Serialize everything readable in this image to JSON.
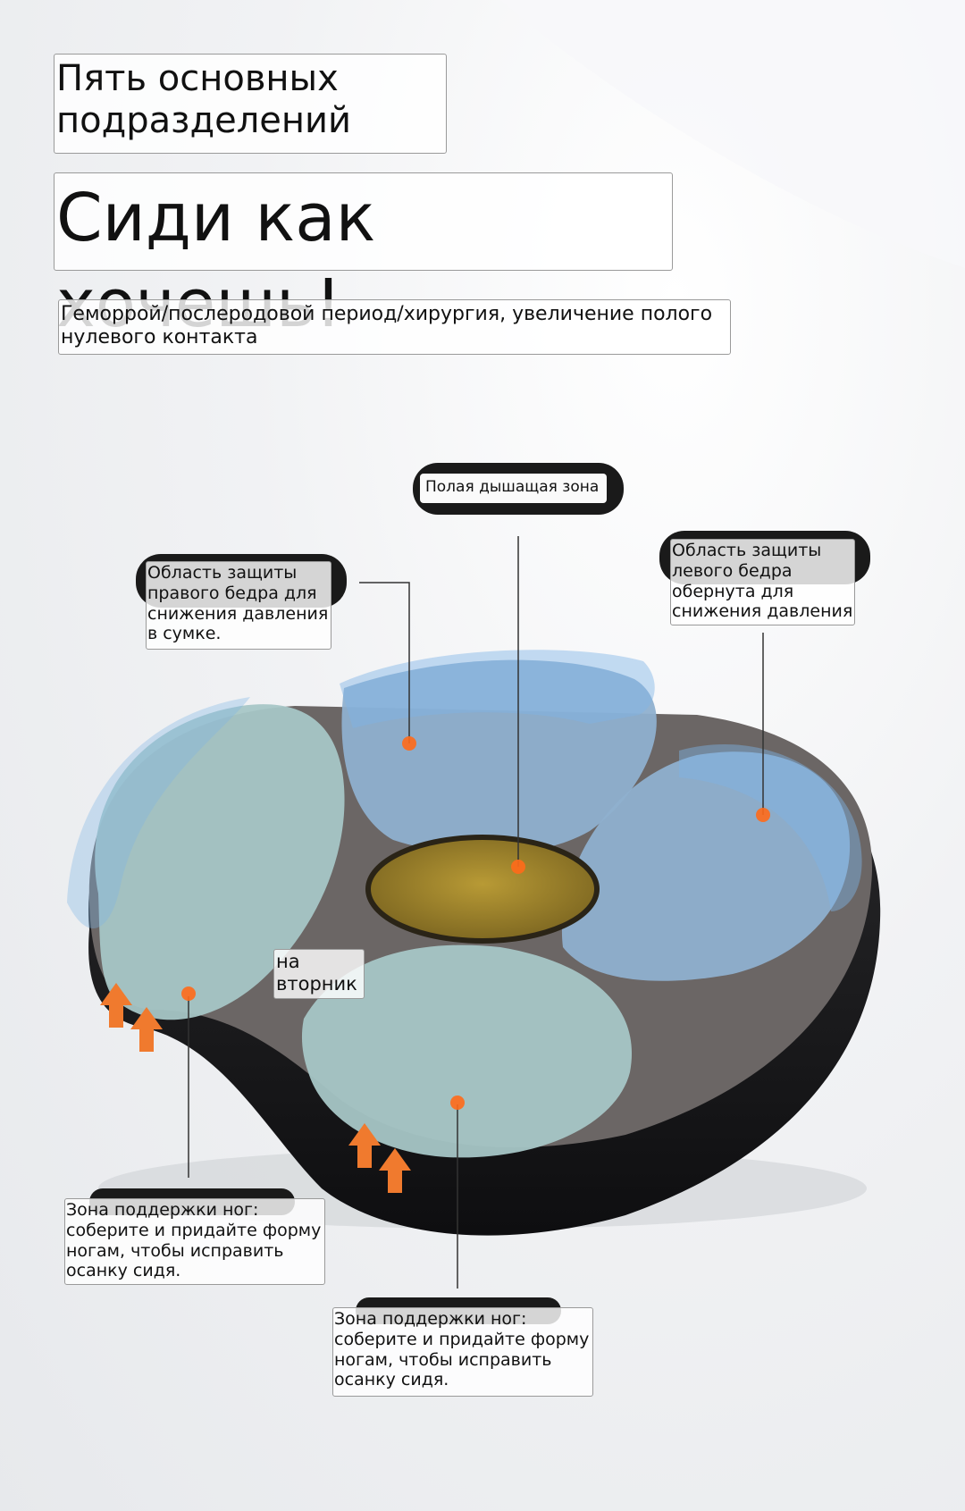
{
  "header": {
    "title_line": "Пять основных подразделений",
    "headline": "Сиди как хочешь!",
    "subtitle": "Геморрой/послеродовой период/хирургия, увеличение полого нулевого контакта"
  },
  "callouts": {
    "center": "Полая дышащая зона",
    "right_hip": "Область защиты правого бедра для снижения давления в сумке.",
    "left_hip": "Область защиты левого бедра обернута для снижения давления",
    "tuesday": "на вторник",
    "leg_support_left": "Зона поддержки ног: соберите и придайте форму ногам, чтобы исправить осанку сидя.",
    "leg_support_right": "Зона поддержки ног: соберите и придайте форму ногам, чтобы исправить осанку сидя."
  },
  "colors": {
    "petal_teal": "#a6c6c6",
    "petal_blue": "#8fb0cf",
    "highlight_blue": "#7fb4e6",
    "center_hole": "#c9a93a",
    "base_dark": "#1d1d1f",
    "frame_gray": "#6b6665",
    "marker_orange": "#ff6a1a",
    "arrow_orange": "#f07a2e"
  }
}
